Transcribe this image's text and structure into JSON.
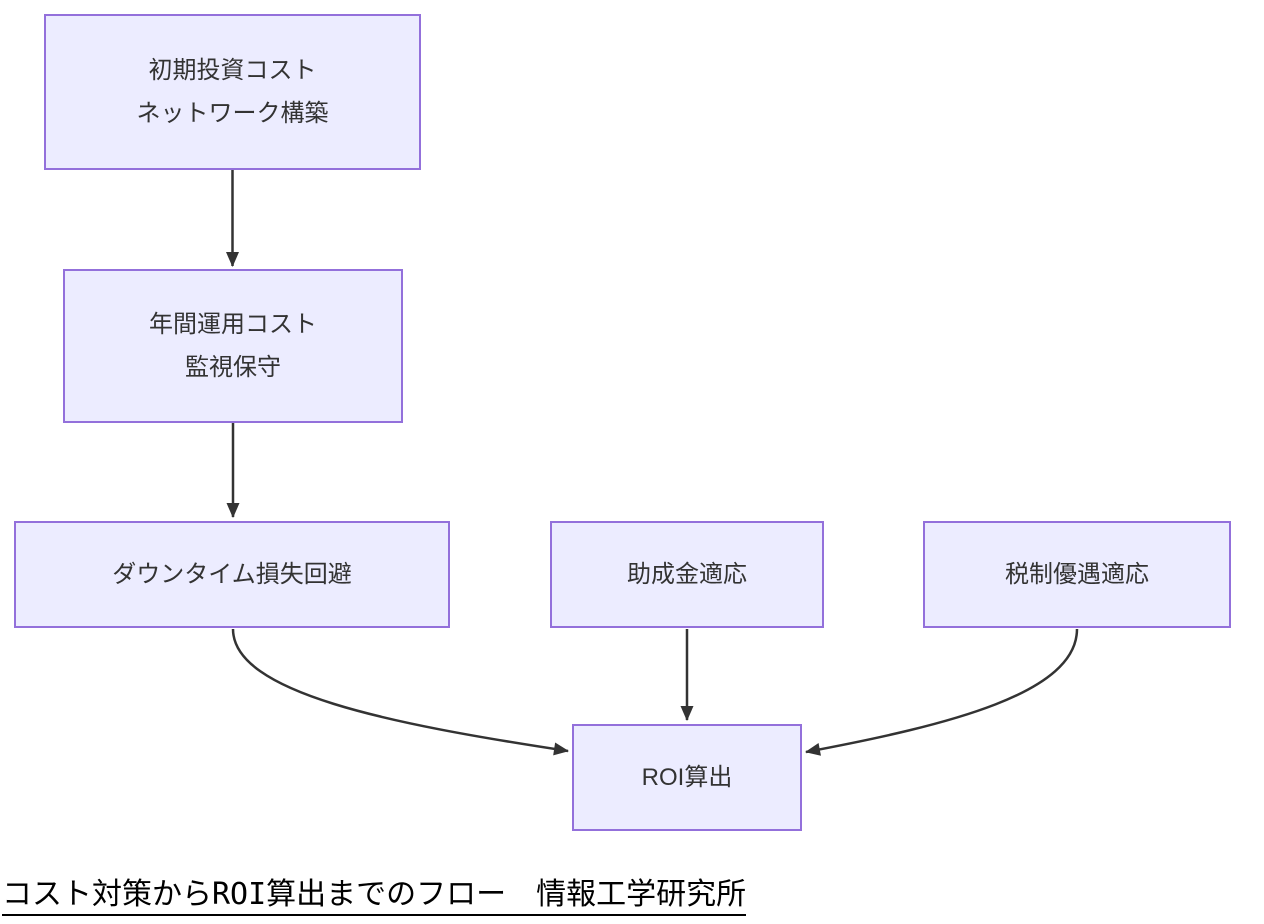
{
  "diagram": {
    "type": "flowchart",
    "nodes": [
      {
        "id": "initial-investment",
        "lines": [
          "初期投資コスト",
          "ネットワーク構築"
        ]
      },
      {
        "id": "annual-operation",
        "lines": [
          "年間運用コスト",
          "監視保守"
        ]
      },
      {
        "id": "downtime-avoidance",
        "lines": [
          "ダウンタイム損失回避"
        ]
      },
      {
        "id": "subsidy",
        "lines": [
          "助成金適応"
        ]
      },
      {
        "id": "tax-incentive",
        "lines": [
          "税制優遇適応"
        ]
      },
      {
        "id": "roi",
        "lines": [
          "ROI算出"
        ]
      }
    ],
    "edges": [
      {
        "from": "initial-investment",
        "to": "annual-operation"
      },
      {
        "from": "annual-operation",
        "to": "downtime-avoidance"
      },
      {
        "from": "downtime-avoidance",
        "to": "roi"
      },
      {
        "from": "subsidy",
        "to": "roi"
      },
      {
        "from": "tax-incentive",
        "to": "roi"
      }
    ],
    "colors": {
      "node_fill": "#ECECFF",
      "node_border": "#9370DB",
      "edge": "#333333",
      "node_text": "#333333",
      "caption_text": "#000000"
    }
  },
  "caption": {
    "text": "コスト対策からROI算出までのフロー　情報工学研究所"
  }
}
